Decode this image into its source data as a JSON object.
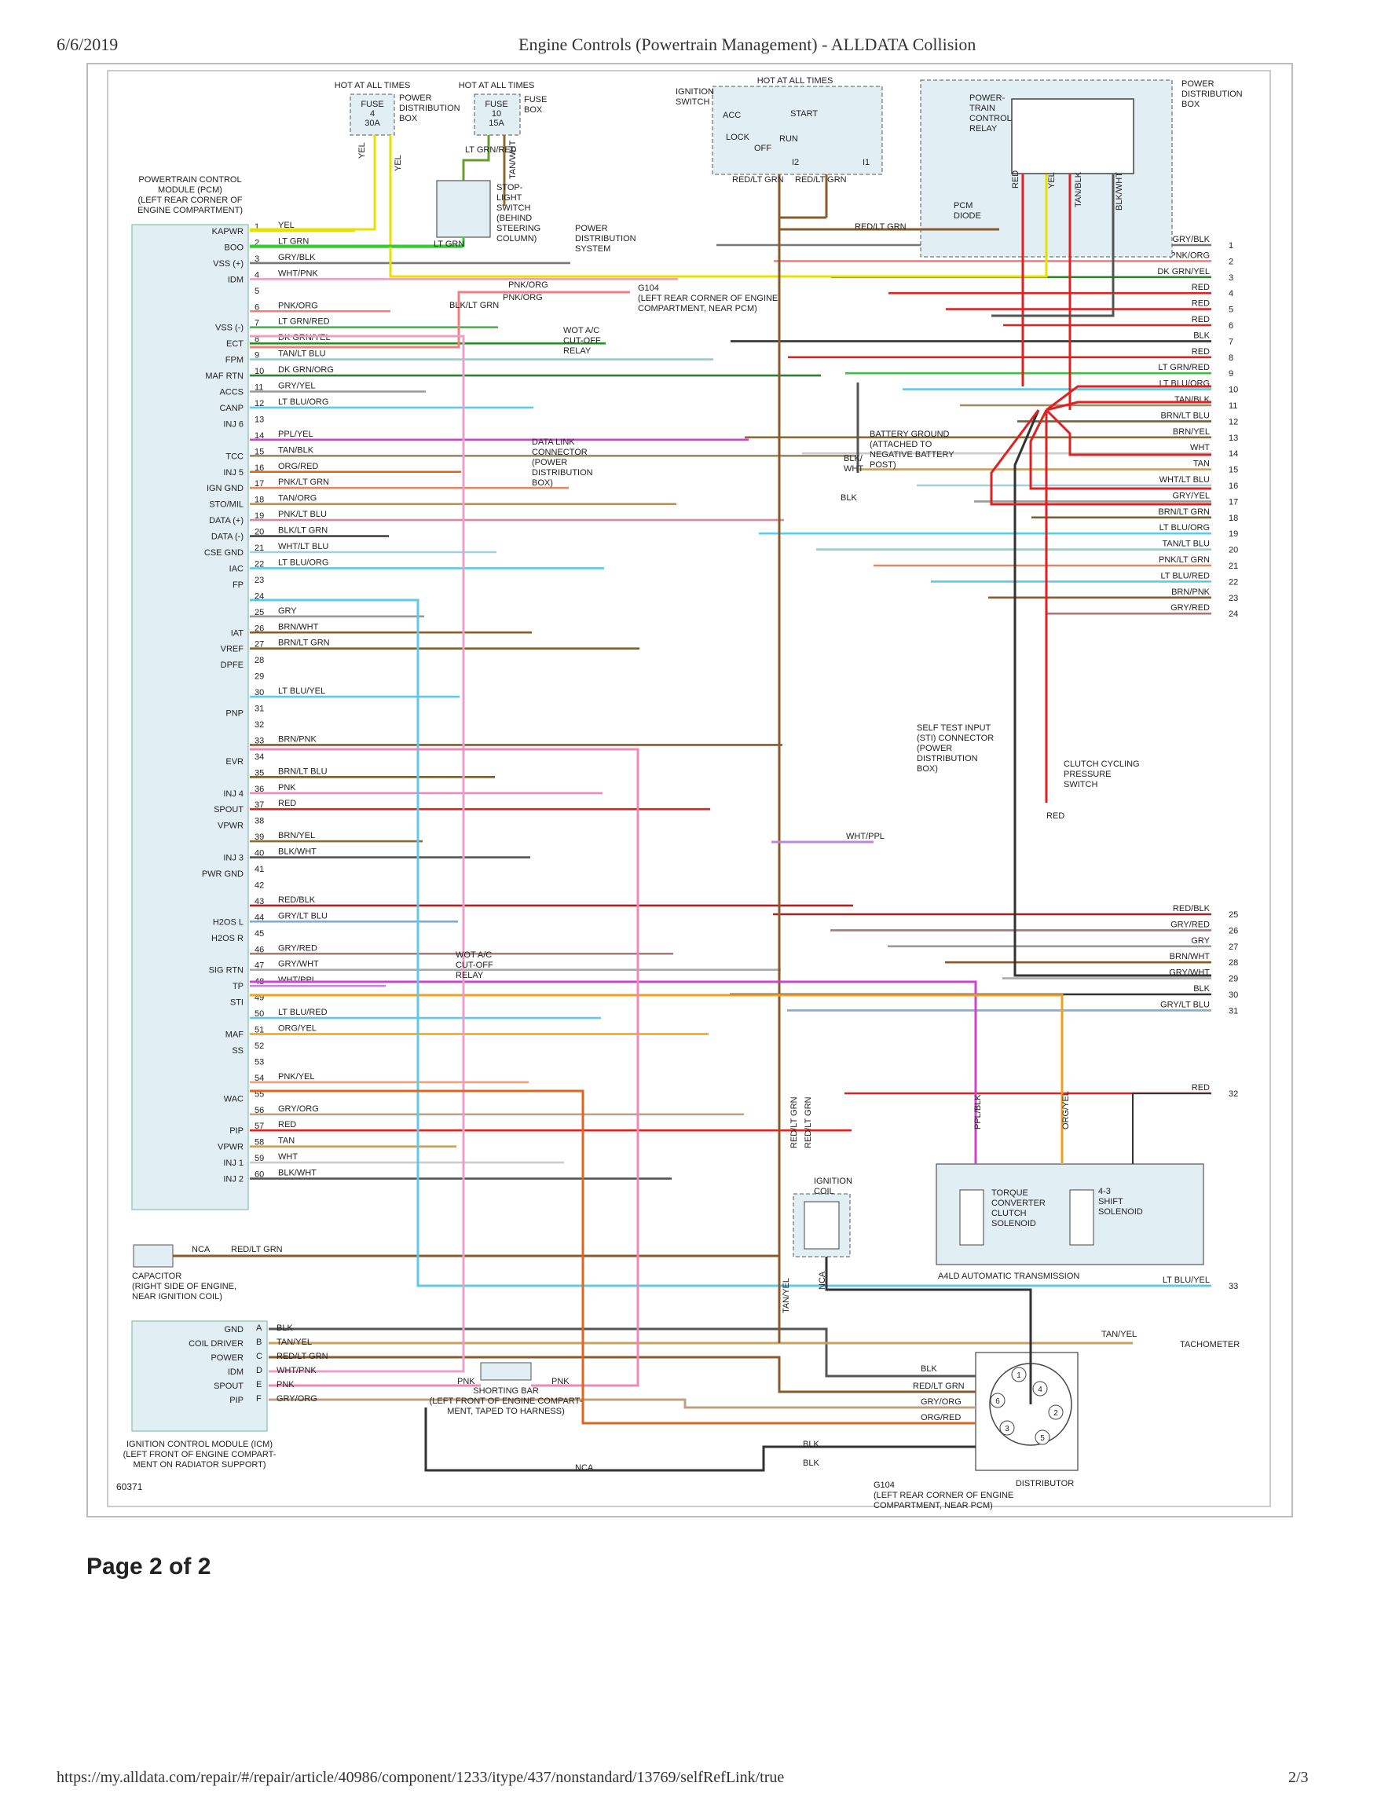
{
  "header": {
    "date": "6/6/2019",
    "title": "Engine Controls (Powertrain Management) - ALLDATA Collision"
  },
  "footer": {
    "url": "https://my.alldata.com/repair/#/repair/article/40986/component/1233/itype/437/nonstandard/13769/selfRefLink/true",
    "page_num": "2/3"
  },
  "page_label": "Page 2 of 2",
  "diagram": {
    "figure_id": "60371",
    "pcm": {
      "title": [
        "POWERTRAIN CONTROL",
        "MODULE (PCM)",
        "(LEFT REAR CORNER OF",
        "ENGINE COMPARTMENT)"
      ],
      "pins": [
        {
          "n": "1",
          "func": "KAPWR",
          "color": "YEL",
          "hex": "#e8e000"
        },
        {
          "n": "2",
          "func": "BOO",
          "color": "LT GRN",
          "hex": "#33cc33"
        },
        {
          "n": "3",
          "func": "VSS (+)",
          "color": "GRY/BLK",
          "hex": "#777777"
        },
        {
          "n": "4",
          "func": "IDM",
          "color": "WHT/PNK",
          "hex": "#e8a0c8"
        },
        {
          "n": "5",
          "func": "",
          "color": "",
          "hex": ""
        },
        {
          "n": "6",
          "func": "",
          "color": "PNK/ORG",
          "hex": "#f08080"
        },
        {
          "n": "7",
          "func": "VSS (-)",
          "color": "LT GRN/RED",
          "hex": "#44bb44"
        },
        {
          "n": "8",
          "func": "ECT",
          "color": "DK GRN/YEL",
          "hex": "#228b22"
        },
        {
          "n": "9",
          "func": "FPM",
          "color": "TAN/LT BLU",
          "hex": "#a0c8c8"
        },
        {
          "n": "10",
          "func": "MAF RTN",
          "color": "DK GRN/ORG",
          "hex": "#2e7d32"
        },
        {
          "n": "11",
          "func": "ACCS",
          "color": "GRY/YEL",
          "hex": "#999999"
        },
        {
          "n": "12",
          "func": "CANP",
          "color": "LT BLU/ORG",
          "hex": "#60c8e8"
        },
        {
          "n": "13",
          "func": "INJ 6",
          "color": "",
          "hex": ""
        },
        {
          "n": "14",
          "func": "",
          "color": "PPL/YEL",
          "hex": "#cc44cc"
        },
        {
          "n": "15",
          "func": "TCC",
          "color": "TAN/BLK",
          "hex": "#a08860"
        },
        {
          "n": "16",
          "func": "INJ 5",
          "color": "ORG/RED",
          "hex": "#dd6622"
        },
        {
          "n": "17",
          "func": "IGN GND",
          "color": "PNK/LT GRN",
          "hex": "#dd8866"
        },
        {
          "n": "18",
          "func": "STO/MIL",
          "color": "TAN/ORG",
          "hex": "#b89060"
        },
        {
          "n": "19",
          "func": "DATA (+)",
          "color": "PNK/LT BLU",
          "hex": "#dd8899"
        },
        {
          "n": "20",
          "func": "DATA (-)",
          "color": "BLK/LT GRN",
          "hex": "#444444"
        },
        {
          "n": "21",
          "func": "CSE GND",
          "color": "WHT/LT BLU",
          "hex": "#a0d0e0"
        },
        {
          "n": "22",
          "func": "IAC",
          "color": "LT BLU/ORG",
          "hex": "#60c8e8"
        },
        {
          "n": "23",
          "func": "FP",
          "color": "",
          "hex": ""
        },
        {
          "n": "24",
          "func": "",
          "color": "",
          "hex": ""
        },
        {
          "n": "25",
          "func": "",
          "color": "GRY",
          "hex": "#999999"
        },
        {
          "n": "26",
          "func": "IAT",
          "color": "BRN/WHT",
          "hex": "#8b5a2b"
        },
        {
          "n": "27",
          "func": "VREF",
          "color": "BRN/LT GRN",
          "hex": "#7a6030"
        },
        {
          "n": "28",
          "func": "DPFE",
          "color": "",
          "hex": ""
        },
        {
          "n": "29",
          "func": "",
          "color": "",
          "hex": ""
        },
        {
          "n": "30",
          "func": "",
          "color": "LT BLU/YEL",
          "hex": "#60c8e8"
        },
        {
          "n": "31",
          "func": "PNP",
          "color": "",
          "hex": ""
        },
        {
          "n": "32",
          "func": "",
          "color": "",
          "hex": ""
        },
        {
          "n": "33",
          "func": "",
          "color": "BRN/PNK",
          "hex": "#8b5a2b"
        },
        {
          "n": "34",
          "func": "EVR",
          "color": "",
          "hex": ""
        },
        {
          "n": "35",
          "func": "",
          "color": "BRN/LT BLU",
          "hex": "#7a6030"
        },
        {
          "n": "36",
          "func": "INJ 4",
          "color": "PNK",
          "hex": "#ee88bb"
        },
        {
          "n": "37",
          "func": "SPOUT",
          "color": "RED",
          "hex": "#dd2222"
        },
        {
          "n": "38",
          "func": "VPWR",
          "color": "",
          "hex": ""
        },
        {
          "n": "39",
          "func": "",
          "color": "BRN/YEL",
          "hex": "#8b6a2b"
        },
        {
          "n": "40",
          "func": "INJ 3",
          "color": "BLK/WHT",
          "hex": "#555555"
        },
        {
          "n": "41",
          "func": "PWR GND",
          "color": "",
          "hex": ""
        },
        {
          "n": "42",
          "func": "",
          "color": "",
          "hex": ""
        },
        {
          "n": "43",
          "func": "",
          "color": "RED/BLK",
          "hex": "#aa2222"
        },
        {
          "n": "44",
          "func": "H2OS L",
          "color": "GRY/LT BLU",
          "hex": "#88aacc"
        },
        {
          "n": "45",
          "func": "H2OS R",
          "color": "",
          "hex": ""
        },
        {
          "n": "46",
          "func": "",
          "color": "GRY/RED",
          "hex": "#aa7777"
        },
        {
          "n": "47",
          "func": "SIG RTN",
          "color": "GRY/WHT",
          "hex": "#aaaaaa"
        },
        {
          "n": "48",
          "func": "TP",
          "color": "WHT/PPL",
          "hex": "#bb88dd"
        },
        {
          "n": "49",
          "func": "STI",
          "color": "",
          "hex": ""
        },
        {
          "n": "50",
          "func": "",
          "color": "LT BLU/RED",
          "hex": "#60c8e8"
        },
        {
          "n": "51",
          "func": "MAF",
          "color": "ORG/YEL",
          "hex": "#f0a020"
        },
        {
          "n": "52",
          "func": "SS",
          "color": "",
          "hex": ""
        },
        {
          "n": "53",
          "func": "",
          "color": "",
          "hex": ""
        },
        {
          "n": "54",
          "func": "",
          "color": "PNK/YEL",
          "hex": "#f0a080"
        },
        {
          "n": "55",
          "func": "WAC",
          "color": "",
          "hex": ""
        },
        {
          "n": "56",
          "func": "",
          "color": "GRY/ORG",
          "hex": "#c0a080"
        },
        {
          "n": "57",
          "func": "PIP",
          "color": "RED",
          "hex": "#dd2222"
        },
        {
          "n": "58",
          "func": "VPWR",
          "color": "TAN",
          "hex": "#c8a060"
        },
        {
          "n": "59",
          "func": "INJ 1",
          "color": "WHT",
          "hex": "#cccccc"
        },
        {
          "n": "60",
          "func": "INJ 2",
          "color": "BLK/WHT",
          "hex": "#555555"
        }
      ],
      "pwr_gnd_label": "PWR GND"
    },
    "top": {
      "hot1": "HOT AT ALL TIMES",
      "fuse1": [
        "FUSE",
        "4",
        "30A"
      ],
      "pdb1": [
        "POWER",
        "DISTRIBUTION",
        "BOX"
      ],
      "hot2": "HOT AT ALL TIMES",
      "fuse2": [
        "FUSE",
        "10",
        "15A"
      ],
      "fuse_box": [
        "FUSE",
        "BOX"
      ],
      "ign_switch": [
        "IGNITION",
        "SWITCH"
      ],
      "hot3": "HOT AT ALL TIMES",
      "ign_pos": [
        "ACC",
        "LOCK",
        "OFF",
        "RUN",
        "START",
        "I2",
        "I1"
      ],
      "pdb2": [
        "POWER",
        "DISTRIBUTION",
        "BOX"
      ],
      "relay": [
        "POWER-",
        "TRAIN",
        "CONTROL",
        "RELAY"
      ],
      "pcm_diode": [
        "PCM",
        "DIODE"
      ],
      "stoplight": [
        "STOP-",
        "LIGHT",
        "SWITCH",
        "(BEHIND",
        "STEERING",
        "COLUMN)"
      ],
      "pds": [
        "POWER",
        "DISTRIBUTION",
        "SYSTEM"
      ],
      "g104": [
        "G104",
        "(LEFT REAR CORNER OF ENGINE",
        "COMPARTMENT, NEAR PCM)"
      ],
      "wot1": [
        "WOT A/C",
        "CUT-OFF",
        "RELAY"
      ],
      "dlc": [
        "DATA LINK",
        "CONNECTOR",
        "(POWER",
        "DISTRIBUTION",
        "BOX)"
      ],
      "batt_gnd": [
        "BATTERY GROUND",
        "(ATTACHED TO",
        "NEGATIVE BATTERY",
        "POST)"
      ],
      "sti": [
        "SELF TEST INPUT",
        "(STI) CONNECTOR",
        "(POWER",
        "DISTRIBUTION",
        "BOX)"
      ],
      "clutch": [
        "CLUTCH CYCLING",
        "PRESSURE",
        "SWITCH"
      ],
      "wot2": [
        "WOT A/C",
        "CUT-OFF",
        "RELAY"
      ],
      "labels": {
        "yel": "YEL",
        "lt_grn_red": "LT GRN/RED",
        "tan_wht": "TAN/WHT",
        "lt_grn": "LT GRN",
        "red_lt_grn": "RED/LT GRN",
        "red": "RED",
        "tan_blk": "TAN/BLK",
        "blk_wht": "BLK/WHT",
        "pnk_org": "PNK/ORG",
        "blk_lt_grn": "BLK/LT GRN",
        "blk_wht2": "BLK/",
        "wht": "WHT",
        "blk": "BLK",
        "wht_ppl": "WHT/PPL",
        "ppl_blk": "PPL/BLK",
        "org_yel": "ORG/YEL"
      }
    },
    "right_wires": [
      {
        "n": "1",
        "color": "GRY/BLK",
        "hex": "#777777"
      },
      {
        "n": "2",
        "color": "PNK/ORG",
        "hex": "#f08080"
      },
      {
        "n": "3",
        "color": "DK GRN/YEL",
        "hex": "#228b22"
      },
      {
        "n": "4",
        "color": "RED",
        "hex": "#dd2222"
      },
      {
        "n": "5",
        "color": "RED",
        "hex": "#dd2222"
      },
      {
        "n": "6",
        "color": "RED",
        "hex": "#dd2222"
      },
      {
        "n": "7",
        "color": "BLK",
        "hex": "#333333"
      },
      {
        "n": "8",
        "color": "RED",
        "hex": "#dd2222"
      },
      {
        "n": "9",
        "color": "LT GRN/RED",
        "hex": "#44bb44"
      },
      {
        "n": "10",
        "color": "LT BLU/ORG",
        "hex": "#60c8e8"
      },
      {
        "n": "11",
        "color": "TAN/BLK",
        "hex": "#a08860"
      },
      {
        "n": "12",
        "color": "BRN/LT BLU",
        "hex": "#7a6030"
      },
      {
        "n": "13",
        "color": "BRN/YEL",
        "hex": "#8b6a2b"
      },
      {
        "n": "14",
        "color": "WHT",
        "hex": "#cccccc"
      },
      {
        "n": "15",
        "color": "TAN",
        "hex": "#c8a060"
      },
      {
        "n": "16",
        "color": "WHT/LT BLU",
        "hex": "#a0d0e0"
      },
      {
        "n": "17",
        "color": "GRY/YEL",
        "hex": "#999999"
      },
      {
        "n": "18",
        "color": "BRN/LT GRN",
        "hex": "#7a6030"
      },
      {
        "n": "19",
        "color": "LT BLU/ORG",
        "hex": "#60c8e8"
      },
      {
        "n": "20",
        "color": "TAN/LT BLU",
        "hex": "#a0c8c8"
      },
      {
        "n": "21",
        "color": "PNK/LT GRN",
        "hex": "#dd8866"
      },
      {
        "n": "22",
        "color": "LT BLU/RED",
        "hex": "#60c8e8"
      },
      {
        "n": "23",
        "color": "BRN/PNK",
        "hex": "#8b5a2b"
      },
      {
        "n": "24",
        "color": "GRY/RED",
        "hex": "#aa7777"
      },
      {
        "n": "25",
        "color": "RED/BLK",
        "hex": "#aa2222"
      },
      {
        "n": "26",
        "color": "GRY/RED",
        "hex": "#aa7777"
      },
      {
        "n": "27",
        "color": "GRY",
        "hex": "#999999"
      },
      {
        "n": "28",
        "color": "BRN/WHT",
        "hex": "#8b5a2b"
      },
      {
        "n": "29",
        "color": "GRY/WHT",
        "hex": "#aaaaaa"
      },
      {
        "n": "30",
        "color": "BLK",
        "hex": "#333333"
      },
      {
        "n": "31",
        "color": "GRY/LT BLU",
        "hex": "#88aacc"
      },
      {
        "n": "32",
        "color": "RED",
        "hex": "#dd2222"
      },
      {
        "n": "33",
        "color": "LT BLU/YEL",
        "hex": "#60c8e8"
      }
    ],
    "bottom": {
      "capacitor": [
        "CAPACITOR",
        "(RIGHT SIDE OF ENGINE,",
        "NEAR IGNITION COIL)"
      ],
      "nca": "NCA",
      "red_lt_grn": "RED/LT GRN",
      "icm_title": [
        "IGNITION CONTROL MODULE (ICM)",
        "(LEFT FRONT OF ENGINE COMPART-",
        "MENT ON RADIATOR SUPPORT)"
      ],
      "icm_pins": [
        {
          "n": "A",
          "func": "GND",
          "color": "BLK"
        },
        {
          "n": "B",
          "func": "COIL DRIVER",
          "color": "TAN/YEL"
        },
        {
          "n": "C",
          "func": "POWER",
          "color": "RED/LT GRN"
        },
        {
          "n": "D",
          "func": "IDM",
          "color": "WHT/PNK"
        },
        {
          "n": "E",
          "func": "SPOUT",
          "color": "PNK"
        },
        {
          "n": "F",
          "func": "PIP",
          "color": "GRY/ORG"
        }
      ],
      "shorting_bar": [
        "SHORTING BAR",
        "(LEFT FRONT OF ENGINE COMPART-",
        "MENT, TAPED TO HARNESS)"
      ],
      "pnk": "PNK",
      "ign_coil": [
        "IGNITION",
        "COIL"
      ],
      "tan_yel": "TAN/YEL",
      "tach": "TACHOMETER",
      "trans": "A4LD AUTOMATIC TRANSMISSION",
      "tcc_sol": [
        "TORQUE",
        "CONVERTER",
        "CLUTCH",
        "SOLENOID"
      ],
      "shift_sol": [
        "4-3",
        "SHIFT",
        "SOLENOID"
      ],
      "distributor": "DISTRIBUTOR",
      "dist_wires": [
        "BLK",
        "RED/LT GRN",
        "GRY/ORG",
        "ORG/RED"
      ],
      "dist_nums": [
        "1",
        "2",
        "3",
        "4",
        "5",
        "6"
      ],
      "g104b": [
        "G104",
        "(LEFT REAR CORNER OF ENGINE",
        "COMPARTMENT, NEAR PCM)"
      ],
      "blk": "BLK",
      "red_lt_grn_v": "RED/LT GRN"
    }
  }
}
